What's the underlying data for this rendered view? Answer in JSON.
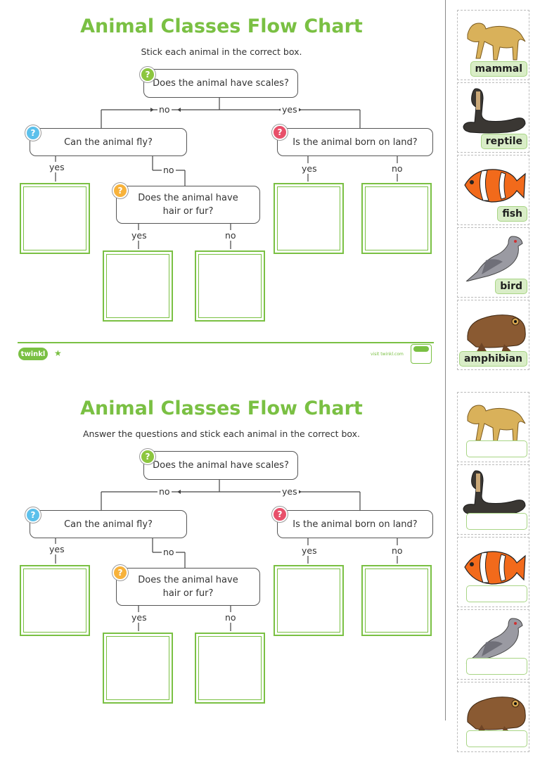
{
  "sheets": [
    {
      "title": "Animal Classes Flow Chart",
      "instruction": "Stick each animal in the correct box.",
      "q1": "Does the animal have scales?",
      "q2": "Can the animal fly?",
      "q3": "Is the animal born on land?",
      "q4": "Does the animal have hair or fur?",
      "no": "no",
      "yes": "yes",
      "footer": {
        "logo": "twinkl",
        "visit": "visit twinkl.com"
      }
    },
    {
      "title": "Animal Classes Flow Chart",
      "instruction": "Answer the questions and stick each animal in the correct box.",
      "q1": "Does the animal have scales?",
      "q2": "Can the animal fly?",
      "q3": "Is the animal born on land?",
      "q4": "Does the animal have hair or fur?",
      "no": "no",
      "yes": "yes"
    }
  ],
  "cards": [
    {
      "animal": "lion-icon",
      "label": "mammal"
    },
    {
      "animal": "cobra-icon",
      "label": "reptile"
    },
    {
      "animal": "clownfish-icon",
      "label": "fish"
    },
    {
      "animal": "pigeon-icon",
      "label": "bird"
    },
    {
      "animal": "toad-icon",
      "label": "amphibian"
    }
  ],
  "cards_blank": [
    {
      "animal": "lion-icon"
    },
    {
      "animal": "cobra-icon"
    },
    {
      "animal": "clownfish-icon"
    },
    {
      "animal": "pigeon-icon"
    },
    {
      "animal": "toad-icon"
    }
  ],
  "colors": {
    "brand_green": "#7ac043",
    "q_green": "#8cc63f",
    "q_blue": "#5bc0eb",
    "q_orange": "#f7b23b",
    "q_red": "#e8506a"
  }
}
